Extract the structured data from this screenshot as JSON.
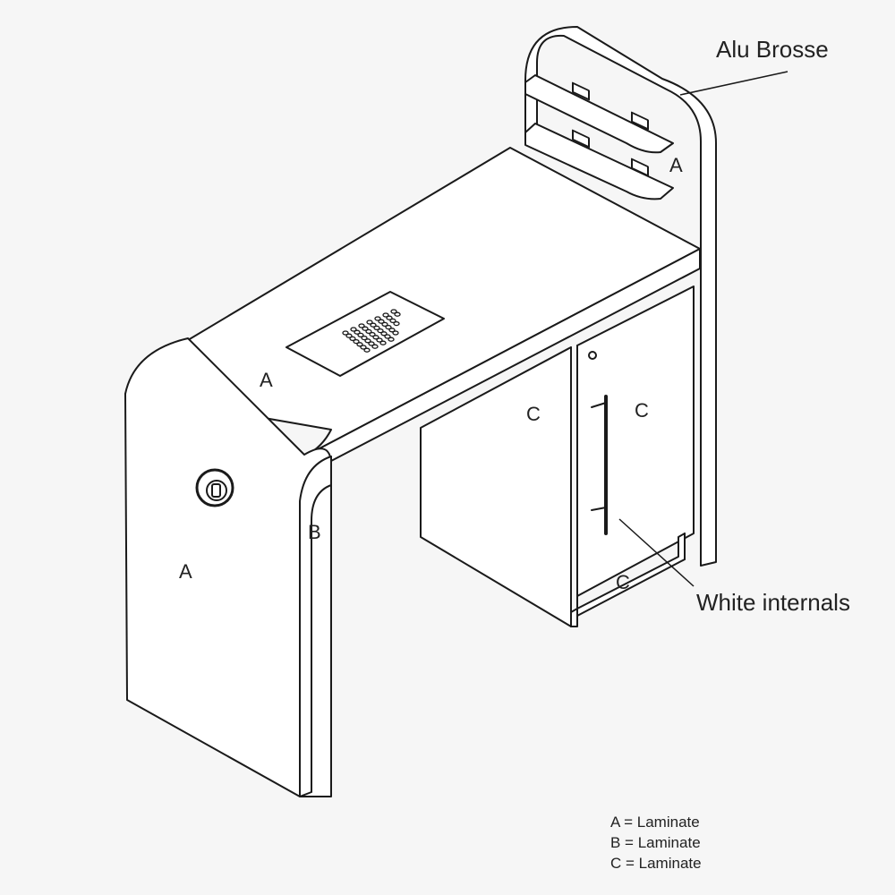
{
  "labels": {
    "alu_brosse": "Alu Brosse",
    "shelf_a": "A",
    "top_a": "A",
    "side_a": "A",
    "edge_b": "B",
    "cabinet_left_c": "C",
    "door_c": "C",
    "plinth_c": "C",
    "white_internals": "White internals"
  },
  "legend": [
    "A = Laminate",
    "B = Laminate",
    "C = Laminate"
  ],
  "colors": {
    "line": "#1a1a1a",
    "background": "#f6f6f6",
    "surface": "#ffffff"
  }
}
